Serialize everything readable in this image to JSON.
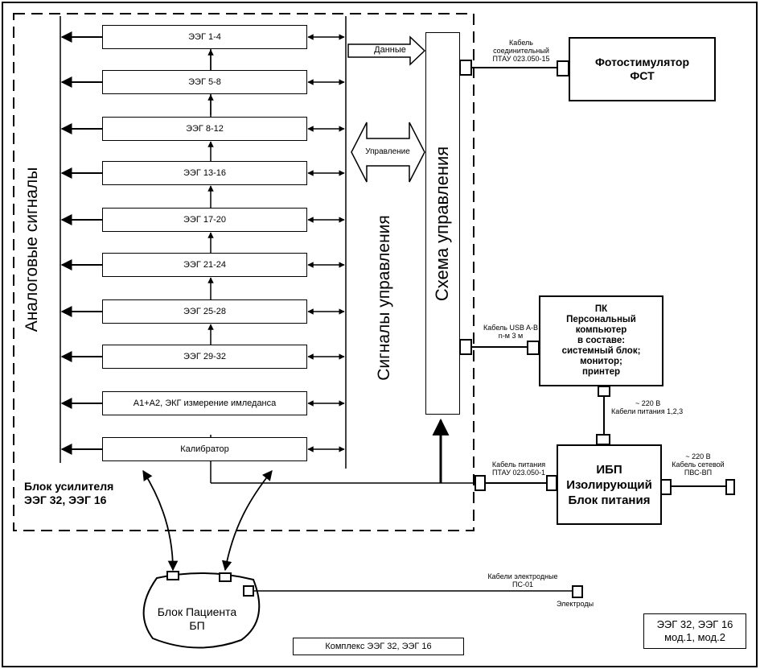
{
  "amplifier": {
    "channels": [
      "ЭЭГ 1-4",
      "ЭЭГ 5-8",
      "ЭЭГ 8-12",
      "ЭЭГ 13-16",
      "ЭЭГ 17-20",
      "ЭЭГ 21-24",
      "ЭЭГ 25-28",
      "ЭЭГ 29-32"
    ],
    "impedance": "A1+A2, ЭКГ измерение имледанса",
    "calibrator": "Калибратор",
    "analog_label": "Аналоговые сигналы",
    "control_signals_label": "Сигналы управления",
    "block_label_1": "Блок усилителя",
    "block_label_2": "ЭЭГ 32, ЭЭГ 16"
  },
  "control_scheme": "Схема управления",
  "arrows": {
    "data": "Данные",
    "control": "Управление"
  },
  "photostim": {
    "line1": "Фотостимулятор",
    "line2": "ФСТ",
    "cable_1": "Кабель",
    "cable_2": "соединительный",
    "cable_3": "ПТАУ 023.050-15"
  },
  "pc": {
    "lines": [
      "ПК",
      "Персональный",
      "компьютер",
      "в составе:",
      "системный блок;",
      "монитор;",
      "принтер"
    ],
    "cable_1": "Кабель USB A-B",
    "cable_2": "n-м 3 м",
    "power_1": "~ 220 В",
    "power_2": "Кабели питания 1,2,3"
  },
  "ups": {
    "line1": "ИБП",
    "line2": "Изолирующий",
    "line3": "Блок питания",
    "cable_1": "Кабель питания",
    "cable_2": "ПТАУ 023.050-1",
    "mains_1": "~ 220 В",
    "mains_2": "Кабель сетевой",
    "mains_3": "ПВС-ВП"
  },
  "patient": {
    "line1": "Блок Пациента",
    "line2": "БП"
  },
  "electrodes": {
    "cable_1": "Кабели электродные",
    "cable_2": "ПС-01",
    "label": "Электроды"
  },
  "complex": "Комплекс ЭЭГ 32, ЭЭГ 16",
  "model": {
    "line1": "ЭЭГ 32, ЭЭГ 16",
    "line2": "мод.1, мод.2"
  }
}
